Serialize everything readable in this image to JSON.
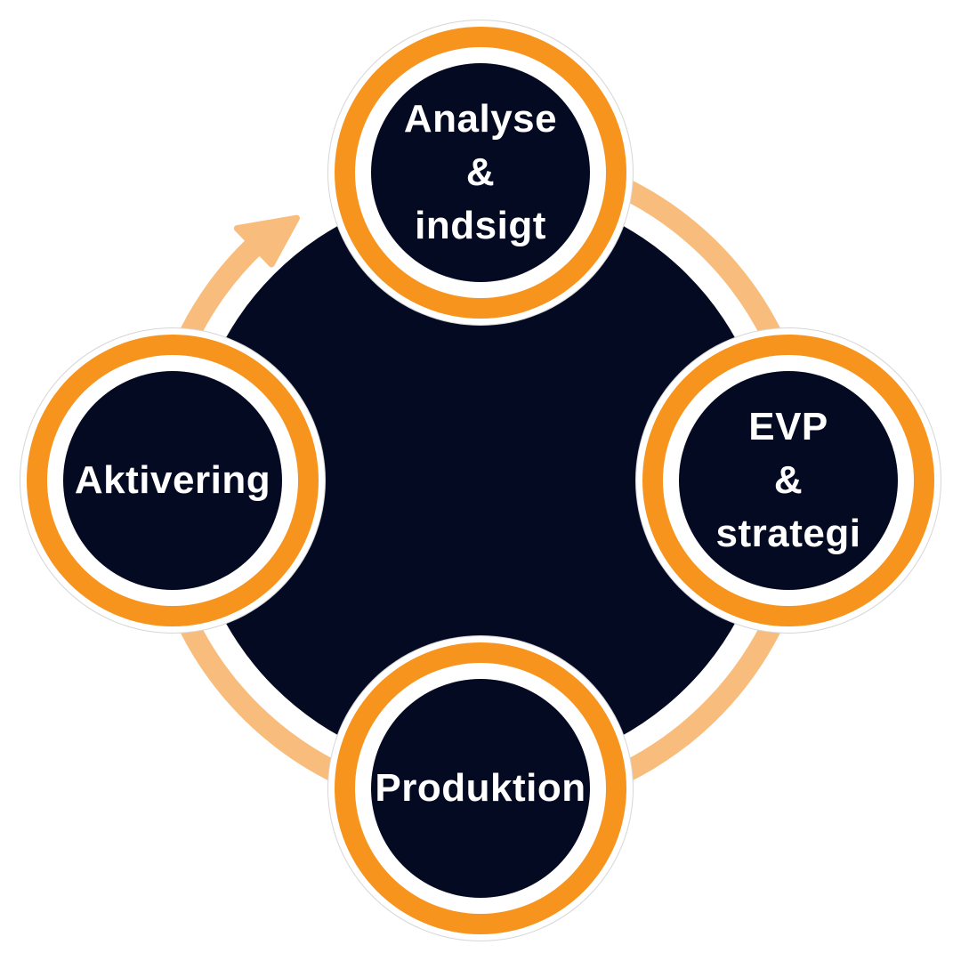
{
  "diagram_title": "",
  "colors": {
    "background": "#ffffff",
    "navy": "#050A23",
    "ring_orange": "#F7941E",
    "arc_light_orange": "#F8BD7C",
    "label_text": "#ffffff",
    "hairline_gray": "#d6d6d6"
  },
  "icons": {
    "arrow": "curved-cycle-arrow-clockwise"
  },
  "nodes": [
    {
      "id": "analyse-indsigt",
      "label": "Analyse & indsigt",
      "lines": [
        "Analyse",
        "&",
        "indsigt"
      ],
      "position": "top"
    },
    {
      "id": "evp-strategi",
      "label": "EVP & strategi",
      "lines": [
        "EVP",
        "&",
        "strategi"
      ],
      "position": "right"
    },
    {
      "id": "produktion",
      "label": "Produktion",
      "lines": [
        "Produktion"
      ],
      "position": "bottom"
    },
    {
      "id": "aktivering",
      "label": "Aktivering",
      "lines": [
        "Aktivering"
      ],
      "position": "left"
    }
  ]
}
